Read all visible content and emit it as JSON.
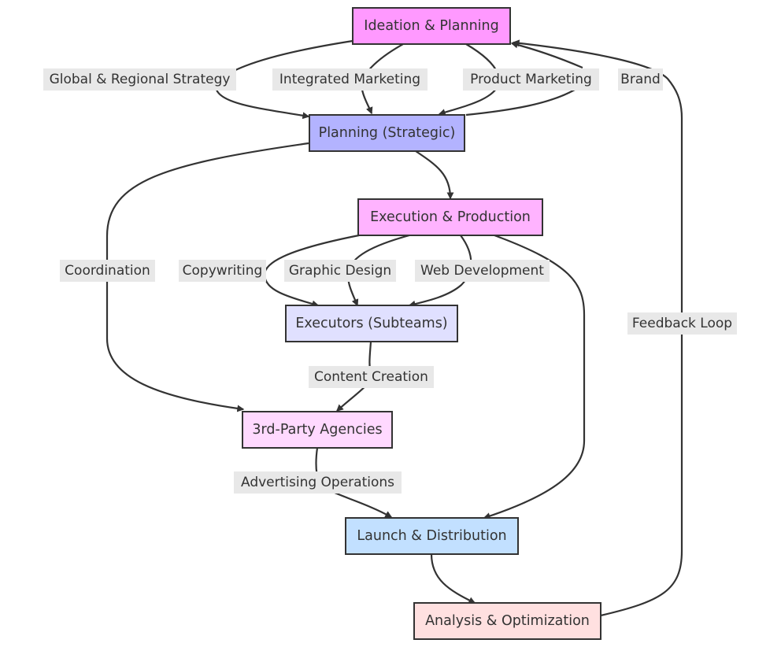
{
  "nodes": {
    "ideation": {
      "label": "Ideation & Planning",
      "fill": "#ff99ff"
    },
    "planning": {
      "label": "Planning (Strategic)",
      "fill": "#b3b3ff"
    },
    "execution": {
      "label": "Execution & Production",
      "fill": "#ffb3ff"
    },
    "executors": {
      "label": "Executors (Subteams)",
      "fill": "#e0e0ff"
    },
    "agencies": {
      "label": "3rd-Party Agencies",
      "fill": "#ffd9ff"
    },
    "launch": {
      "label": "Launch & Distribution",
      "fill": "#c2e0ff"
    },
    "analysis": {
      "label": "Analysis & Optimization",
      "fill": "#ffe0e0"
    }
  },
  "edge_labels": {
    "global_regional": "Global & Regional Strategy",
    "integrated_marketing": "Integrated Marketing",
    "product_marketing": "Product Marketing",
    "brand": "Brand",
    "coordination": "Coordination",
    "copywriting": "Copywriting",
    "graphic_design": "Graphic Design",
    "web_development": "Web Development",
    "content_creation": "Content Creation",
    "advertising_operations": "Advertising Operations",
    "feedback_loop": "Feedback Loop"
  }
}
